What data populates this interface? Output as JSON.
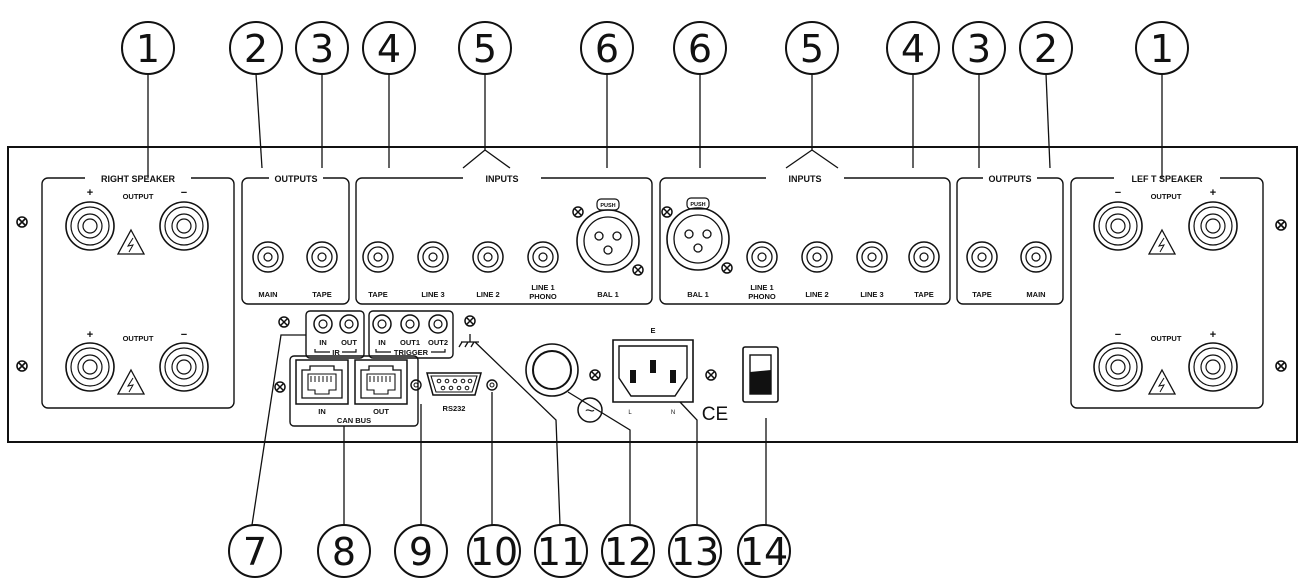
{
  "callouts_top": [
    "1",
    "2",
    "3",
    "4",
    "5",
    "6",
    "6",
    "5",
    "4",
    "3",
    "2",
    "1"
  ],
  "callouts_bottom": [
    "7",
    "8",
    "9",
    "10",
    "11",
    "12",
    "13",
    "14"
  ],
  "right_speaker": {
    "title": "RIGHT SPEAKER",
    "output_label": "OUTPUT",
    "plus": "+",
    "minus": "−"
  },
  "left_speaker": {
    "title": "LEF T SPEAKER",
    "output_label": "OUTPUT",
    "plus": "+",
    "minus": "−"
  },
  "outputs_left": {
    "title": "OUTPUTS",
    "jacks": [
      "MAIN",
      "TAPE"
    ]
  },
  "outputs_right": {
    "title": "OUTPUTS",
    "jacks": [
      "TAPE",
      "MAIN"
    ]
  },
  "inputs_left": {
    "title": "INPUTS",
    "jacks": [
      "TAPE",
      "LINE 3",
      "LINE 2",
      "LINE 1",
      "BAL 1"
    ],
    "phono": "PHONO",
    "push": "PUSH"
  },
  "inputs_right": {
    "title": "INPUTS",
    "jacks": [
      "BAL 1",
      "LINE 1",
      "LINE 2",
      "LINE 3",
      "TAPE"
    ],
    "phono": "PHONO",
    "push": "PUSH"
  },
  "ir": {
    "in": "IN",
    "out": "OUT",
    "label": "IR"
  },
  "trigger": {
    "in": "IN",
    "out1": "OUT1",
    "out2": "OUT2",
    "label": "TRIGGER"
  },
  "canbus": {
    "in": "IN",
    "out": "OUT",
    "label": "CAN BUS"
  },
  "rs232": "RS232",
  "mains": {
    "e": "E",
    "l": "L",
    "n": "N",
    "ce": "CE",
    "ac": "~"
  }
}
